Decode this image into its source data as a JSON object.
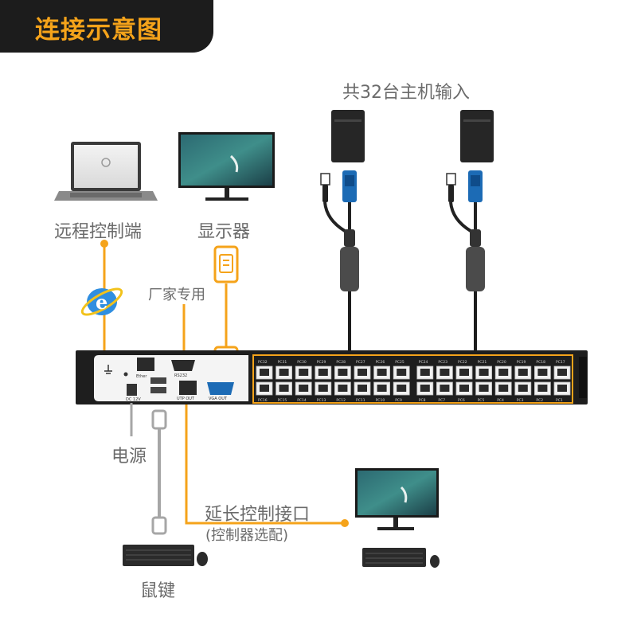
{
  "title": "连接示意图",
  "labels": {
    "hosts": "共32台主机输入",
    "remote": "远程控制端",
    "monitor": "显示器",
    "vendor": "厂家专用",
    "power": "电源",
    "extension": "延长控制接口",
    "extension_note": "(控制器选配)",
    "keyboard_mouse": "鼠键"
  },
  "panel_text": {
    "ethernet": "Ether",
    "rs232": "RS232",
    "vga": "VGA OUT",
    "utp": "UTP OUT",
    "dc": "DC 12V",
    "top_ports": [
      "PC32",
      "PC31",
      "PC30",
      "PC29",
      "PC28",
      "PC27",
      "PC26",
      "PC25",
      "PC24",
      "PC23",
      "PC22",
      "PC21",
      "PC20",
      "PC19",
      "PC18",
      "PC17"
    ],
    "bottom_ports": [
      "PC16",
      "PC15",
      "PC14",
      "PC13",
      "PC12",
      "PC11",
      "PC10",
      "PC9",
      "PC8",
      "PC7",
      "PC6",
      "PC5",
      "PC4",
      "PC3",
      "PC2",
      "PC1"
    ]
  },
  "colors": {
    "accent": "#f5a31a",
    "device": "#1e1e1e",
    "cable_gray": "#a6a6a6",
    "vga_blue": "#1c6bb5"
  }
}
